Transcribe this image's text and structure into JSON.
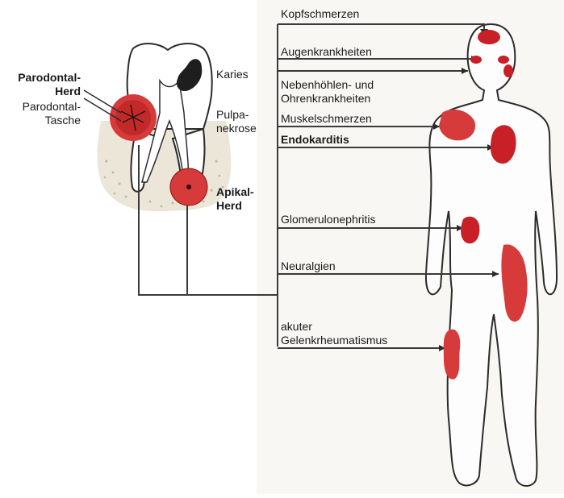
{
  "colors": {
    "line": "#3a3a3a",
    "focus_fill": "#d63a3a",
    "focus_dark": "#8a1212",
    "organ_fill": "#c91f26",
    "tooth_fill": "#ffffff",
    "body_fill": "#fdfdfd",
    "background_wash": "#f7f3ec"
  },
  "labels": {
    "kopfschmerzen": "Kopfschmerzen",
    "augen": "Augenkrankheiten",
    "nebenhoehlen": "Nebenhöhlen- und\nOhrenkrankheiten",
    "muskel": "Muskelschmerzen",
    "endokarditis": "Endokarditis",
    "glomerulo": "Glomerulonephritis",
    "neuralgien": "Neuralgien",
    "gelenk": "akuter\nGelenkrheumatismus",
    "parodontal_herd": "Parodontal-\nHerd",
    "parodontal_tasche": "Parodontal-\nTasche",
    "karies": "Karies",
    "pulpanekrose": "Pulpa-\nnekrose",
    "apikal_herd": "Apikal-\nHerd"
  }
}
